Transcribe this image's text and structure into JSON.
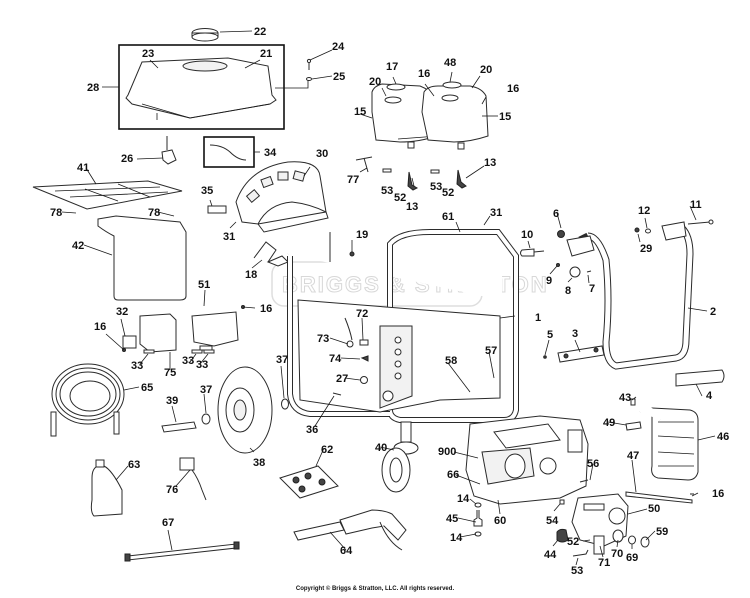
{
  "diagram": {
    "title": "Generator / Pressure Washer Exploded Parts Diagram",
    "watermark": "BRIGGS & STRATTON",
    "copyright": "Copyright © Briggs & Stratton, LLC. All rights reserved.",
    "callouts": [
      {
        "id": "c22",
        "label": "22"
      },
      {
        "id": "c23",
        "label": "23"
      },
      {
        "id": "c21",
        "label": "21"
      },
      {
        "id": "c28",
        "label": "28"
      },
      {
        "id": "c24",
        "label": "24"
      },
      {
        "id": "c25",
        "label": "25"
      },
      {
        "id": "c17",
        "label": "17"
      },
      {
        "id": "c48",
        "label": "48"
      },
      {
        "id": "c20a",
        "label": "20"
      },
      {
        "id": "c20b",
        "label": "20"
      },
      {
        "id": "c16a",
        "label": "16"
      },
      {
        "id": "c16b",
        "label": "16"
      },
      {
        "id": "c15a",
        "label": "15"
      },
      {
        "id": "c15b",
        "label": "15"
      },
      {
        "id": "c13a",
        "label": "13"
      },
      {
        "id": "c13b",
        "label": "13"
      },
      {
        "id": "c77",
        "label": "77"
      },
      {
        "id": "c53a",
        "label": "53"
      },
      {
        "id": "c53b",
        "label": "53"
      },
      {
        "id": "c52a",
        "label": "52"
      },
      {
        "id": "c52b",
        "label": "52"
      },
      {
        "id": "c26",
        "label": "26"
      },
      {
        "id": "c34",
        "label": "34"
      },
      {
        "id": "c30",
        "label": "30"
      },
      {
        "id": "c41",
        "label": "41"
      },
      {
        "id": "c78a",
        "label": "78"
      },
      {
        "id": "c78b",
        "label": "78"
      },
      {
        "id": "c35",
        "label": "35"
      },
      {
        "id": "c31a",
        "label": "31"
      },
      {
        "id": "c42",
        "label": "42"
      },
      {
        "id": "c18",
        "label": "18"
      },
      {
        "id": "c19",
        "label": "19"
      },
      {
        "id": "c61",
        "label": "61"
      },
      {
        "id": "c31b",
        "label": "31"
      },
      {
        "id": "c6",
        "label": "6"
      },
      {
        "id": "c10",
        "label": "10"
      },
      {
        "id": "c9",
        "label": "9"
      },
      {
        "id": "c8",
        "label": "8"
      },
      {
        "id": "c7",
        "label": "7"
      },
      {
        "id": "c12",
        "label": "12"
      },
      {
        "id": "c29",
        "label": "29"
      },
      {
        "id": "c11",
        "label": "11"
      },
      {
        "id": "c2",
        "label": "2"
      },
      {
        "id": "c1",
        "label": "1"
      },
      {
        "id": "c5",
        "label": "5"
      },
      {
        "id": "c3",
        "label": "3"
      },
      {
        "id": "c4",
        "label": "4"
      },
      {
        "id": "c51",
        "label": "51"
      },
      {
        "id": "c16c",
        "label": "16"
      },
      {
        "id": "c32",
        "label": "32"
      },
      {
        "id": "c16d",
        "label": "16"
      },
      {
        "id": "c33a",
        "label": "33"
      },
      {
        "id": "c75",
        "label": "75"
      },
      {
        "id": "c33b",
        "label": "33"
      },
      {
        "id": "c33c",
        "label": "33"
      },
      {
        "id": "c72",
        "label": "72"
      },
      {
        "id": "c73",
        "label": "73"
      },
      {
        "id": "c74",
        "label": "74"
      },
      {
        "id": "c27",
        "label": "27"
      },
      {
        "id": "c58",
        "label": "58"
      },
      {
        "id": "c57",
        "label": "57"
      },
      {
        "id": "c36",
        "label": "36"
      },
      {
        "id": "c37a",
        "label": "37"
      },
      {
        "id": "c37b",
        "label": "37"
      },
      {
        "id": "c65",
        "label": "65"
      },
      {
        "id": "c39",
        "label": "39"
      },
      {
        "id": "c38",
        "label": "38"
      },
      {
        "id": "c43",
        "label": "43"
      },
      {
        "id": "c49",
        "label": "49"
      },
      {
        "id": "c46",
        "label": "46"
      },
      {
        "id": "c47",
        "label": "47"
      },
      {
        "id": "c16e",
        "label": "16"
      },
      {
        "id": "c40",
        "label": "40"
      },
      {
        "id": "c62",
        "label": "62"
      },
      {
        "id": "c900",
        "label": "900"
      },
      {
        "id": "c66",
        "label": "66"
      },
      {
        "id": "c56",
        "label": "56"
      },
      {
        "id": "c14a",
        "label": "14"
      },
      {
        "id": "c45",
        "label": "45"
      },
      {
        "id": "c14b",
        "label": "14"
      },
      {
        "id": "c60",
        "label": "60"
      },
      {
        "id": "c54",
        "label": "54"
      },
      {
        "id": "c50",
        "label": "50"
      },
      {
        "id": "c59",
        "label": "59"
      },
      {
        "id": "c52c",
        "label": "52"
      },
      {
        "id": "c44",
        "label": "44"
      },
      {
        "id": "c70",
        "label": "70"
      },
      {
        "id": "c69",
        "label": "69"
      },
      {
        "id": "c71",
        "label": "71"
      },
      {
        "id": "c53c",
        "label": "53"
      },
      {
        "id": "c63",
        "label": "63"
      },
      {
        "id": "c76",
        "label": "76"
      },
      {
        "id": "c67",
        "label": "67"
      },
      {
        "id": "c64",
        "label": "64"
      }
    ]
  }
}
